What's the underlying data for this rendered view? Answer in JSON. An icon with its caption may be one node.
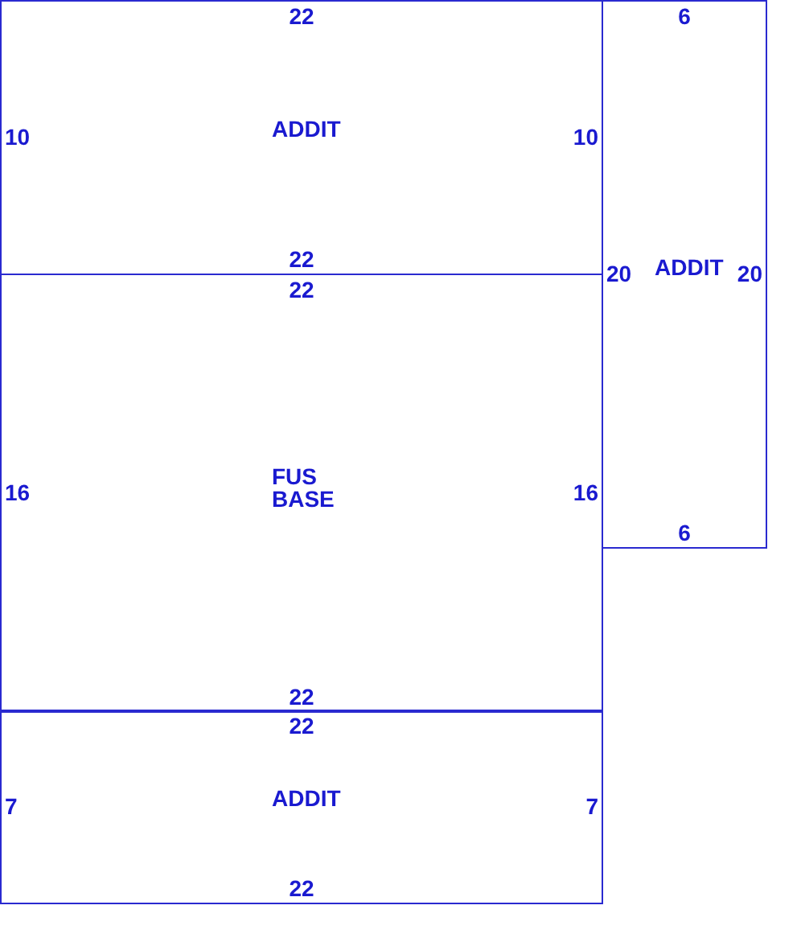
{
  "diagram": {
    "nodes": [
      {
        "text": [
          "22",
          "10",
          "ADDIT",
          "10",
          "22"
        ]
      },
      {
        "text": [
          "22",
          "16",
          "FUS BASE",
          "16",
          "22"
        ]
      },
      {
        "text": [
          "22",
          "7",
          "ADDIT",
          "7",
          "22"
        ]
      },
      {
        "text": [
          "6",
          "20",
          "ADDIT",
          "20",
          "6"
        ]
      }
    ]
  }
}
